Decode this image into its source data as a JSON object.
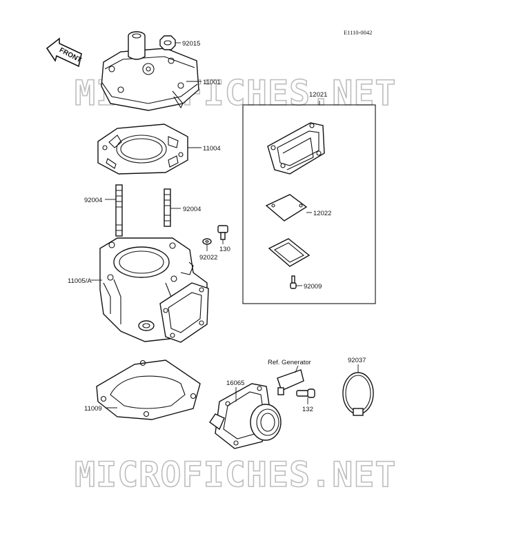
{
  "diagram": {
    "code": "E1110-0042",
    "front_label": "FRONT",
    "watermark": "MICROFICHES.NET",
    "ref_generator": "Ref. Generator",
    "parts": {
      "p92015": "92015",
      "p11001": "11001",
      "p11004": "11004",
      "p92004_left": "92004",
      "p92004_right": "92004",
      "p130": "130",
      "p92022": "92022",
      "p11005a": "11005/A",
      "p11009": "11009",
      "p16065": "16065",
      "p132": "132",
      "p92037": "92037",
      "p12021": "12021",
      "p12022": "12022",
      "p92009": "92009"
    }
  }
}
